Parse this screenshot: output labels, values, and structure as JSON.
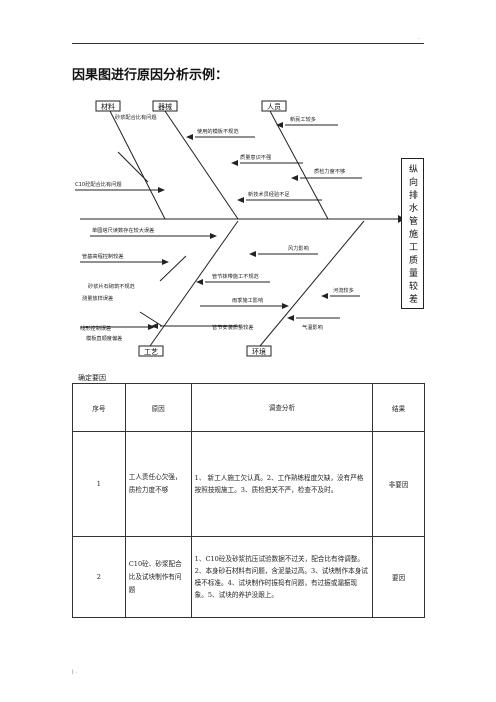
{
  "header": {
    "corner_mark": "."
  },
  "title": "因果图进行原因分析示例：",
  "fishbone": {
    "effect": "纵向排水管施工质量较差",
    "categories": {
      "materials": "材料",
      "machines": "器械",
      "people": "人员",
      "process": "工艺",
      "environment": "环境"
    },
    "causes": {
      "mortar_mix": "砂浆配合比有问题",
      "template_use": "使用的模板不规范",
      "migrant_workers": "新民工较多",
      "quality_awareness": "质量意识不强",
      "inspection": "质检力度不够",
      "c10_mix": "C10砼配合比有问题",
      "new_tech": "新技术员经验不足",
      "tower_reading": "单圆塔尺读数存在较大误差",
      "elevation_control": "管基高程控制较差",
      "sand_stone": "砂浆片石砌筑不规范",
      "pipe_joint": "管节抹带施工不规范",
      "measure_layout": "测量放样误差",
      "wind": "风力影响",
      "rain_season": "雨季施工影响",
      "river_flow": "河流较多",
      "alignment": "线形控制误差",
      "pipe_install": "管节安装质量较差",
      "template_vertical": "模板直顺度偏差",
      "temperature": "气温影响"
    }
  },
  "section_label": "确定要因",
  "table": {
    "headers": [
      "序号",
      "原因",
      "调查分析",
      "结果"
    ],
    "rows": [
      {
        "no": "1",
        "cause": "工人责任心欠强，质检力度不够",
        "analysis": "1、 新工人施工欠认真。2、工作熟练程度欠缺，没有严格按照技规施工。3、质检把关不严，检查不及时。",
        "result": "非要因"
      },
      {
        "no": "2",
        "cause": "C10砼、砂浆配合比及试块制作有问题",
        "analysis": "1、C10砼及砂浆抗压试验数据不过关，配合比有待调整。2、本身砂石材料有问题，含泥量过高。3、试块制作本身试模不标准。4、试块制作时振捣有问题，有过振或漏振现象。5、试块的养护没跟上。",
        "result": "要因"
      }
    ]
  },
  "footer": {
    "mark": "| ."
  }
}
